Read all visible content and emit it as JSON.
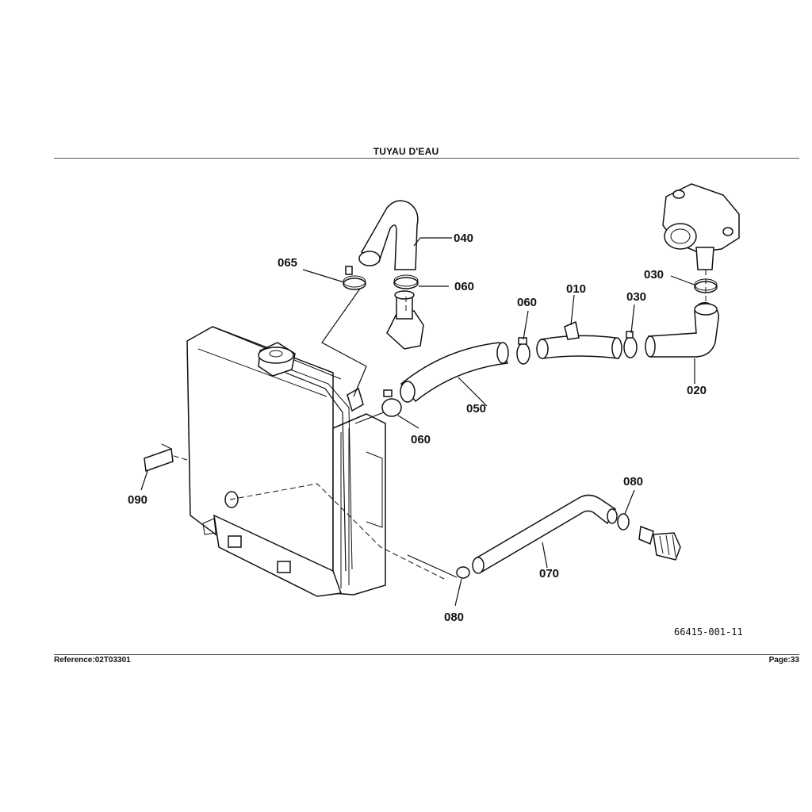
{
  "header": {
    "title": "TUYAU D'EAU"
  },
  "footer": {
    "reference": "Reference:02T03301",
    "page": "Page:33"
  },
  "diagram": {
    "figure_code": "66415-001-11",
    "callouts": {
      "p040": "040",
      "p065": "065",
      "p060_top": "060",
      "p060_mid": "060",
      "p060_low": "060",
      "p010": "010",
      "p030_left": "030",
      "p030_right": "030",
      "p050": "050",
      "p020": "020",
      "p090": "090",
      "p080_top": "080",
      "p080_bottom": "080",
      "p070": "070"
    }
  }
}
